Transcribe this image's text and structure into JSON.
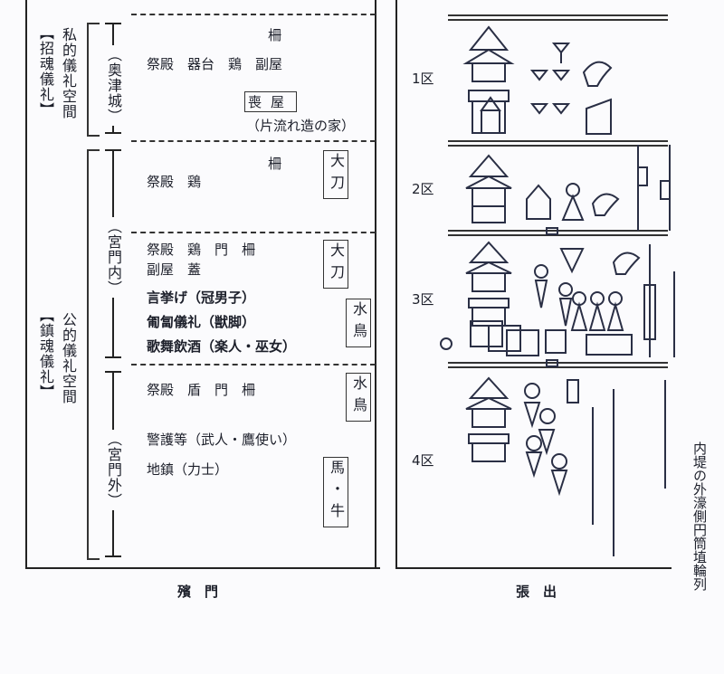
{
  "left_panel": {
    "private_space": {
      "label": "私的儀礼空間",
      "ritual": "【招魂儀礼】",
      "area": "（奥津城）",
      "items": {
        "fence": "柵",
        "row": "祭殿　器台　鶏　副屋",
        "mourning_house": "喪屋",
        "mourning_note": "（片流れ造の家）"
      }
    },
    "public_space": {
      "label": "公的儀礼空間",
      "ritual": "【鎮魂儀礼】"
    },
    "inner_gate": {
      "area": "（宮門内）",
      "zone2": {
        "fence": "柵",
        "row": "祭殿　鶏",
        "sword": "大刀"
      },
      "zone3": {
        "row1": "祭殿　鶏　門　柵",
        "row2": "副屋　蓋",
        "row3": "言挙げ（冠男子）",
        "row4": "匍匐儀礼（獣脚）",
        "row5": "歌舞飲酒（楽人・巫女）",
        "sword": "大刀",
        "waterfowl": "水鳥"
      }
    },
    "outer_gate": {
      "area": "（宮門外）",
      "zone4": {
        "row1": "祭殿　盾　門　柵",
        "row2": "警護等（武人・鷹使い）",
        "row3": "地鎮（力士）",
        "waterfowl": "水鳥",
        "animals": "馬・牛"
      }
    },
    "caption": "殯　門"
  },
  "right_panel": {
    "zones": [
      "1区",
      "2区",
      "3区",
      "4区"
    ],
    "caption": "張　出",
    "side_label": "内堤の外濠側円筒埴輪列"
  }
}
